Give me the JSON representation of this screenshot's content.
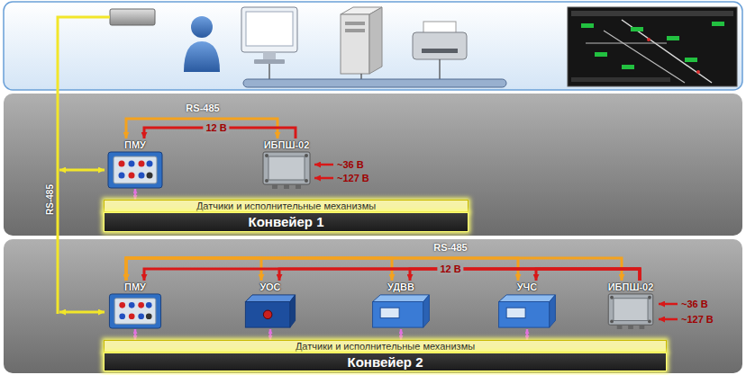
{
  "diagram": {
    "nodes": [
      {
        "text": [
          "ПМУ"
        ]
      },
      {
        "text": [
          "ИБПШ-02"
        ]
      },
      {
        "text": [
          "Датчики и исполнительные механизмы"
        ]
      },
      {
        "text": [
          "Конвейер 1"
        ]
      },
      {
        "text": [
          "ПМУ"
        ]
      },
      {
        "text": [
          "УОС"
        ]
      },
      {
        "text": [
          "УДВВ"
        ]
      },
      {
        "text": [
          "УЧС"
        ]
      },
      {
        "text": [
          "ИБПШ-02"
        ]
      },
      {
        "text": [
          "Датчики и исполнительные механизмы"
        ]
      },
      {
        "text": [
          "Конвейер 2"
        ]
      }
    ],
    "edges": [
      {
        "from": 0,
        "to": 1,
        "arrow": "both",
        "label": "RS-485"
      },
      {
        "from": 1,
        "to": 0,
        "arrow": "to",
        "label": "12 В"
      },
      {
        "from": 0,
        "to": 2,
        "arrow": "both"
      },
      {
        "from": 4,
        "to": 5,
        "arrow": "both",
        "label": "RS-485"
      },
      {
        "from": 4,
        "to": 6,
        "arrow": "both"
      },
      {
        "from": 4,
        "to": 7,
        "arrow": "both"
      },
      {
        "from": 4,
        "to": 8,
        "arrow": "both"
      },
      {
        "from": 8,
        "to": 4,
        "arrow": "to",
        "label": "12 В"
      },
      {
        "from": 8,
        "to": 5,
        "arrow": "to"
      },
      {
        "from": 8,
        "to": 6,
        "arrow": "to"
      },
      {
        "from": 8,
        "to": 7,
        "arrow": "to"
      },
      {
        "from": 4,
        "to": 9,
        "arrow": "both"
      },
      {
        "from": 5,
        "to": 9,
        "arrow": "both"
      },
      {
        "from": 6,
        "to": 9,
        "arrow": "both"
      },
      {
        "from": 7,
        "to": 9,
        "arrow": "both"
      }
    ],
    "labels": [
      "RS-485",
      "~36 В",
      "~127 В",
      "~36 В",
      "~127 В"
    ]
  }
}
